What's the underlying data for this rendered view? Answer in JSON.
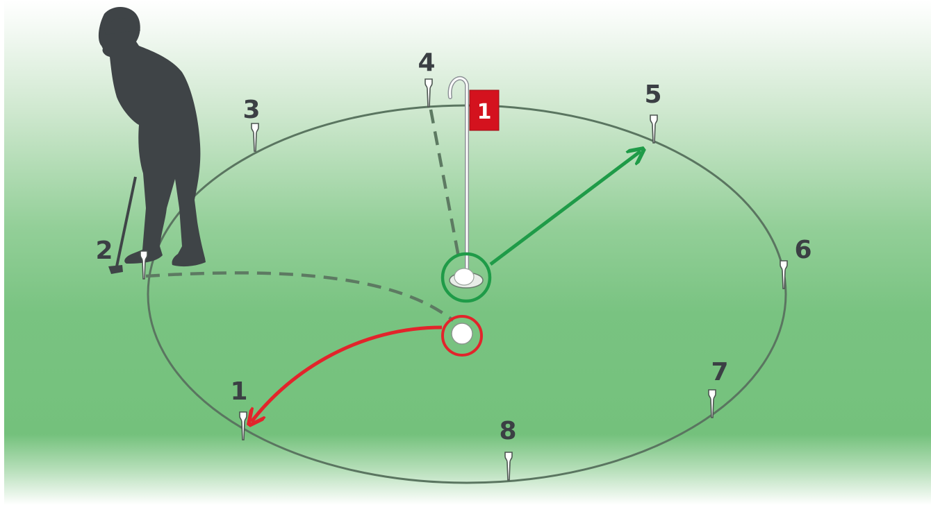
{
  "diagram": {
    "flag_number": "1",
    "tees": [
      {
        "label": "1"
      },
      {
        "label": "2"
      },
      {
        "label": "3"
      },
      {
        "label": "4"
      },
      {
        "label": "5"
      },
      {
        "label": "6"
      },
      {
        "label": "7"
      },
      {
        "label": "8"
      }
    ],
    "colors": {
      "green_light": "#cfe8cf",
      "green_mid": "#74c17c",
      "ring_line": "#54705a",
      "good_putt": "#1f9b48",
      "bad_putt": "#e2242b",
      "flag": "#d4121e",
      "silhouette": "#3f4447"
    }
  }
}
